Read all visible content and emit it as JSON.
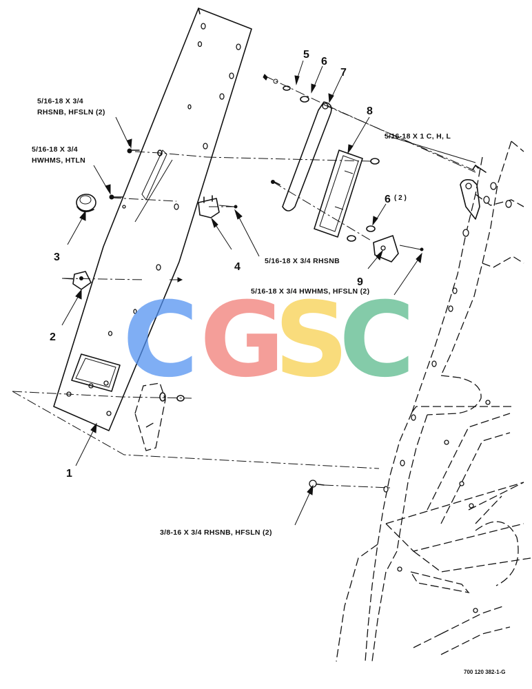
{
  "callouts": {
    "c1": "1",
    "c2": "2",
    "c3": "3",
    "c4": "4",
    "c5": "5",
    "c6": "6",
    "c6b": "6",
    "c6b_qty": "( 2 )",
    "c7": "7",
    "c8": "8",
    "c9": "9"
  },
  "hardware": {
    "top_left_1": "5/16-18 X 3/4",
    "top_left_2": "RHSNB, HFSLN (2)",
    "mid_left_1": "5/16-18 X 3/4",
    "mid_left_2": "HWHMS, HTLN",
    "right_top": "5/16-18 X 1 C, H, L",
    "center_rhsnb": "5/16-18 X 3/4 RHSNB",
    "center_hwhms": "5/16-18 X 3/4 HWHMS, HFSLN (2)",
    "bottom": "3/8-16 X 3/4 RHSNB, HFSLN (2)"
  },
  "part_number": "700 120 382-1-G",
  "watermark": {
    "letters": [
      "C",
      "G",
      "S",
      "C"
    ],
    "colors": [
      "#4f8ff0",
      "#f07a72",
      "#f7cf4a",
      "#56b889"
    ]
  }
}
